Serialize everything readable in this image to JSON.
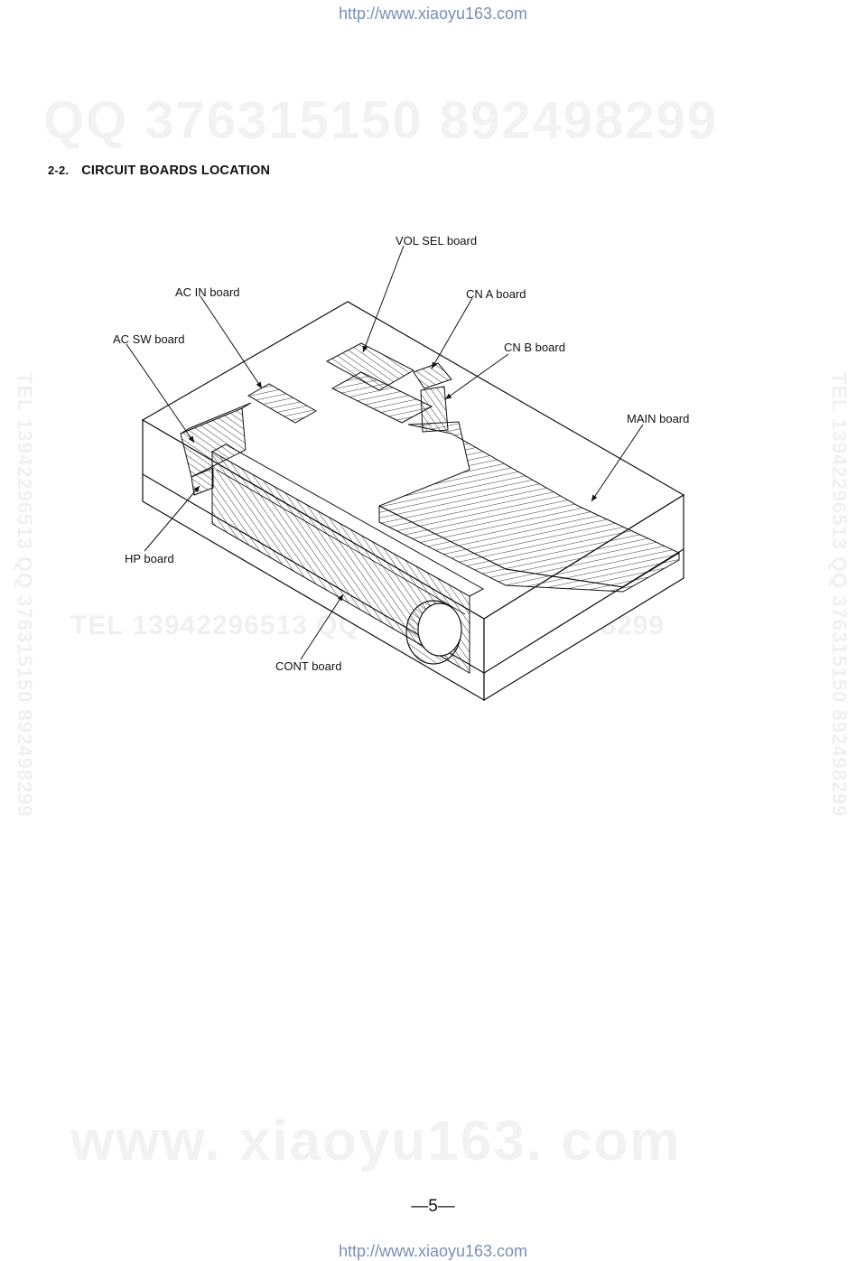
{
  "header": {
    "url": "http://www.xiaoyu163.com"
  },
  "footer": {
    "url": "http://www.xiaoyu163.com",
    "page_number": "—5—"
  },
  "watermarks": {
    "qq": "QQ 376315150   892498299",
    "tel_mid": "TEL  13942296513  QQ  376315150  892498299",
    "site": "www. xiaoyu163. com",
    "vertical": "TEL 13942296513 QQ 376315150 892498299"
  },
  "section": {
    "number": "2-2.",
    "title": "CIRCUIT  BOARDS  LOCATION"
  },
  "labels": {
    "vol_sel": "VOL SEL board",
    "ac_in": "AC IN board",
    "cn_a": "CN A board",
    "ac_sw": "AC SW board",
    "cn_b": "CN B board",
    "main": "MAIN board",
    "hp": "HP board",
    "cont": "CONT board"
  }
}
